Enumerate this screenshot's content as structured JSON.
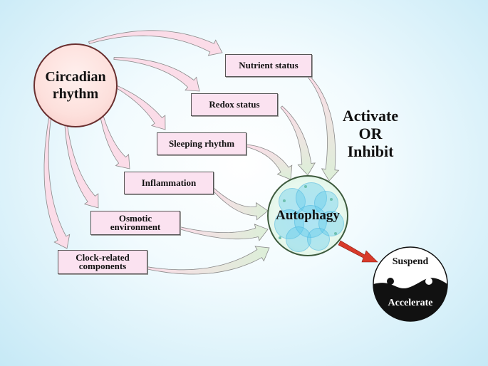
{
  "source": {
    "label": "Circadian rhythm"
  },
  "factors": [
    {
      "key": "nutrient",
      "label": "Nutrient status"
    },
    {
      "key": "redox",
      "label": "Redox status"
    },
    {
      "key": "sleeping",
      "label": "Sleeping rhythm"
    },
    {
      "key": "inflammation",
      "label": "Inflammation"
    },
    {
      "key": "osmotic",
      "label": "Osmotic environment"
    },
    {
      "key": "clock",
      "label": "Clock-related components"
    }
  ],
  "target": {
    "label": "Autophagy"
  },
  "regulation": {
    "line1": "Activate",
    "line2": "OR",
    "line3": "Inhibit"
  },
  "outcome": {
    "top_label": "Suspend",
    "bottom_label": "Accelerate"
  },
  "colors": {
    "arrow_fill": "#fbdce8",
    "box_fill": "#fbe2f0",
    "outcome_arrow": "#d83a2a",
    "yin": "#111111",
    "yang": "#ffffff"
  }
}
